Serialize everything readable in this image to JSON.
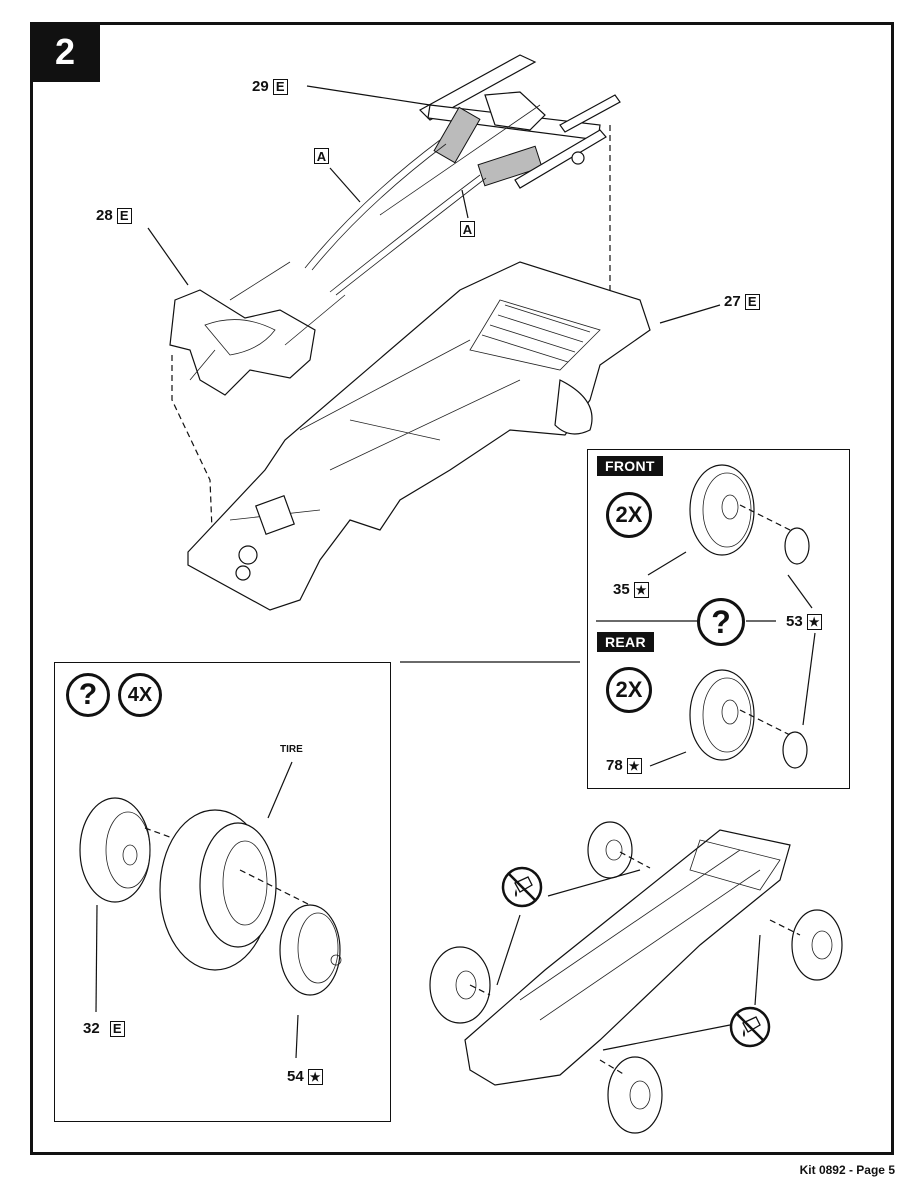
{
  "step": {
    "number": "2"
  },
  "callouts": {
    "part_29": {
      "number": "29",
      "sprue": "E"
    },
    "part_28": {
      "number": "28",
      "sprue": "E"
    },
    "part_27": {
      "number": "27",
      "sprue": "E"
    },
    "part_a_left": {
      "sprue": "A"
    },
    "part_a_right": {
      "sprue": "A"
    }
  },
  "wheel_panel": {
    "front_label": "FRONT",
    "front_qty": "2X",
    "rear_label": "REAR",
    "rear_qty": "2X",
    "glue_optional_symbol": "?",
    "part_35": {
      "number": "35",
      "marker": "★"
    },
    "part_53": {
      "number": "53",
      "marker": "★"
    },
    "part_78": {
      "number": "78",
      "marker": "★"
    }
  },
  "tire_panel": {
    "glue_optional_symbol": "?",
    "qty": "4X",
    "tire_label": "TIRE",
    "part_32": {
      "number": "32",
      "sprue": "E"
    },
    "part_54": {
      "number": "54",
      "marker": "★"
    }
  },
  "icons": {
    "no_glue": "no-glue-icon"
  },
  "footer": {
    "text": "Kit 0892 - Page 5"
  }
}
